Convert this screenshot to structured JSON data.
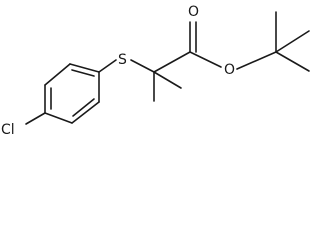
{
  "molecule": {
    "atoms": {
      "chlorine": "Cl",
      "sulfur": "S",
      "carbonyl_oxygen": "O",
      "ester_oxygen": "O"
    }
  }
}
